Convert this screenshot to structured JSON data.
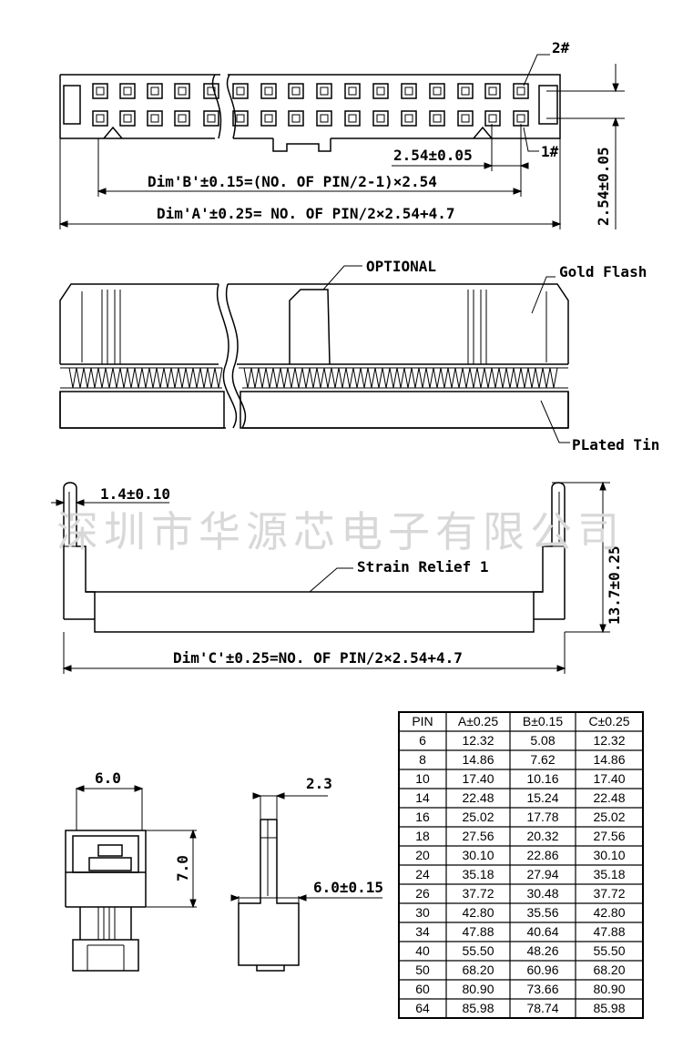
{
  "labels": {
    "pin2": "2#",
    "pin1": "1#",
    "pitch": "2.54±0.05",
    "dim_b": "Dim'B'±0.15=(NO. OF PIN/2-1)×2.54",
    "dim_a": "Dim'A'±0.25= NO. OF PIN/2×2.54+4.7",
    "height_right": "2.54±0.05",
    "optional": "OPTIONAL",
    "gold_flash": "Gold Flash",
    "plated_tin": "PLated Tin",
    "latch_width": "1.4±0.10",
    "strain_relief": "Strain Relief 1",
    "height_side": "13.7±0.25",
    "dim_c": "Dim'C'±0.25=NO. OF PIN/2×2.54+4.7",
    "end_width": "6.0",
    "end_height": "7.0",
    "side_top": "2.3",
    "side_width": "6.0±0.15"
  },
  "watermark": "深圳市华源芯电子有限公司",
  "table": {
    "headers": [
      "PIN",
      "A±0.25",
      "B±0.15",
      "C±0.25"
    ],
    "rows": [
      [
        "6",
        "12.32",
        "5.08",
        "12.32"
      ],
      [
        "8",
        "14.86",
        "7.62",
        "14.86"
      ],
      [
        "10",
        "17.40",
        "10.16",
        "17.40"
      ],
      [
        "14",
        "22.48",
        "15.24",
        "22.48"
      ],
      [
        "16",
        "25.02",
        "17.78",
        "25.02"
      ],
      [
        "18",
        "27.56",
        "20.32",
        "27.56"
      ],
      [
        "20",
        "30.10",
        "22.86",
        "30.10"
      ],
      [
        "24",
        "35.18",
        "27.94",
        "35.18"
      ],
      [
        "26",
        "37.72",
        "30.48",
        "37.72"
      ],
      [
        "30",
        "42.80",
        "35.56",
        "42.80"
      ],
      [
        "34",
        "47.88",
        "40.64",
        "47.88"
      ],
      [
        "40",
        "55.50",
        "48.26",
        "55.50"
      ],
      [
        "50",
        "68.20",
        "60.96",
        "68.20"
      ],
      [
        "60",
        "80.90",
        "73.66",
        "80.90"
      ],
      [
        "64",
        "85.98",
        "78.74",
        "85.98"
      ]
    ]
  },
  "colors": {
    "line": "#000000",
    "watermark": "#d8d8d8"
  }
}
